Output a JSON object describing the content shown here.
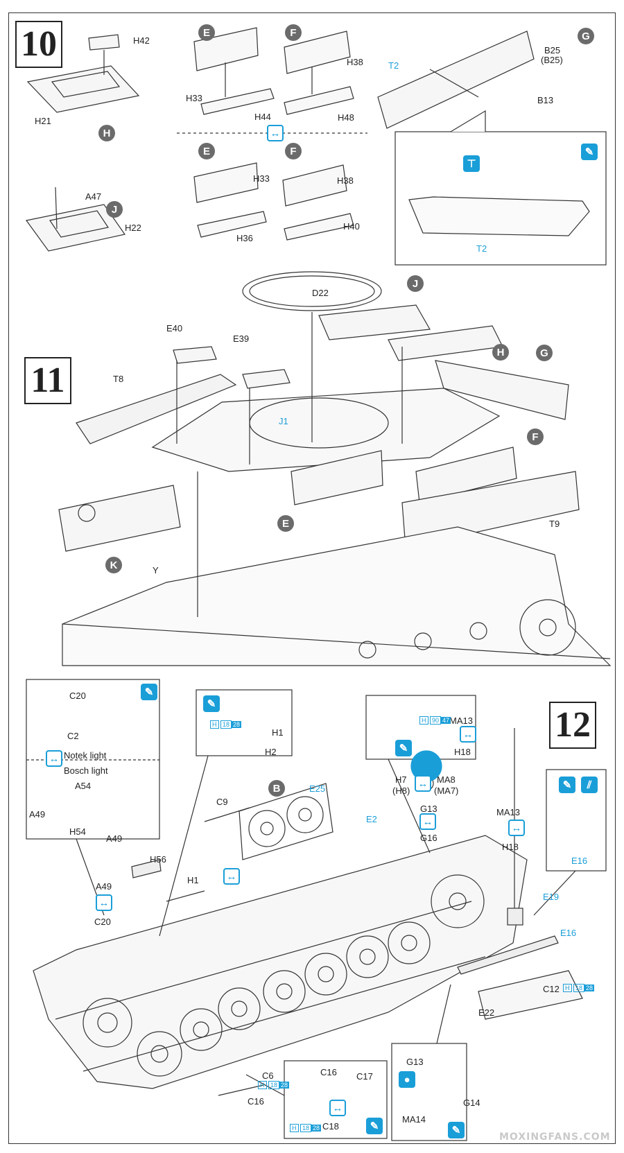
{
  "steps": {
    "s10": "10",
    "s11": "11",
    "s12": "12"
  },
  "callouts": {
    "E": "E",
    "F": "F",
    "G": "G",
    "H": "H",
    "J": "J",
    "K": "K",
    "B": "B"
  },
  "parts": {
    "H42": "H42",
    "H21": "H21",
    "A47": "A47",
    "H22": "H22",
    "H33": "H33",
    "H44": "H44",
    "H38": "H38",
    "H48": "H48",
    "H36": "H36",
    "H40": "H40",
    "T2": "T2",
    "B25": "B25",
    "B25p": "(B25)",
    "B13": "B13",
    "D22": "D22",
    "E40": "E40",
    "E39": "E39",
    "T8": "T8",
    "J1": "J1",
    "T9": "T9",
    "Y": "Y",
    "C20": "C20",
    "C2": "C2",
    "A54": "A54",
    "A49": "A49",
    "H54": "H54",
    "H1": "H1",
    "H2": "H2",
    "C9": "C9",
    "H56": "H56",
    "E25": "E25",
    "E2": "E2",
    "H7": "H7",
    "H8p": "(H8)",
    "MA8": "MA8",
    "MA7p": "(MA7)",
    "MA13": "MA13",
    "H18": "H18",
    "G13": "G13",
    "G16": "G16",
    "E19": "E19",
    "E16": "E16",
    "C12": "C12",
    "E22": "E22",
    "C6": "C6",
    "C16": "C16",
    "C17": "C17",
    "C18": "C18",
    "MA14": "MA14",
    "G14": "G14"
  },
  "notes": {
    "notek": "Notek light",
    "bosch": "Bosch light"
  },
  "paint_codes": {
    "h": "H",
    "n18": "18",
    "n28": "28",
    "n90": "90",
    "n47": "47"
  },
  "watermark": "MOXINGFANS.COM",
  "icons": [
    "glue-icon",
    "option-icon",
    "drill-icon",
    "paint-icon",
    "cut-icon"
  ]
}
